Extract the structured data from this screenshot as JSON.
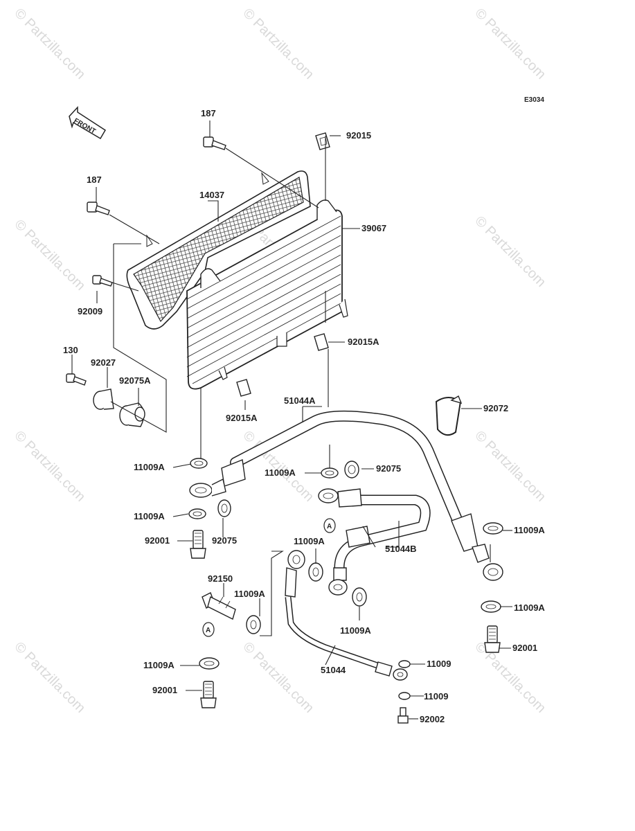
{
  "diagram": {
    "code": "E3034",
    "front_label": "FRONT",
    "watermark": "© Partzilla.com",
    "callout_a": "A"
  },
  "labels": {
    "l187a": "187",
    "l92015": "92015",
    "l187b": "187",
    "l14037": "14037",
    "l39067": "39067",
    "l92009": "92009",
    "l92015a_1": "92015A",
    "l130": "130",
    "l92027": "92027",
    "l92075a": "92075A",
    "l92015a_2": "92015A",
    "l51044a": "51044A",
    "l92072": "92072",
    "l11009a_1": "11009A",
    "l11009a_2": "11009A",
    "l92075_1": "92075",
    "l11009a_3": "11009A",
    "l92001_1": "92001",
    "l92075_2": "92075",
    "l11009a_4": "11009A",
    "l51044b": "51044B",
    "l11009a_5": "11009A",
    "l92150": "92150",
    "l11009a_6": "11009A",
    "l11009a_7": "11009A",
    "l11009a_8": "11009A",
    "l92001_2": "92001",
    "l11009a_9": "11009A",
    "l51044": "51044",
    "l11009_1": "11009",
    "l92001_3": "92001",
    "l11009_2": "11009",
    "l92002": "92002"
  }
}
